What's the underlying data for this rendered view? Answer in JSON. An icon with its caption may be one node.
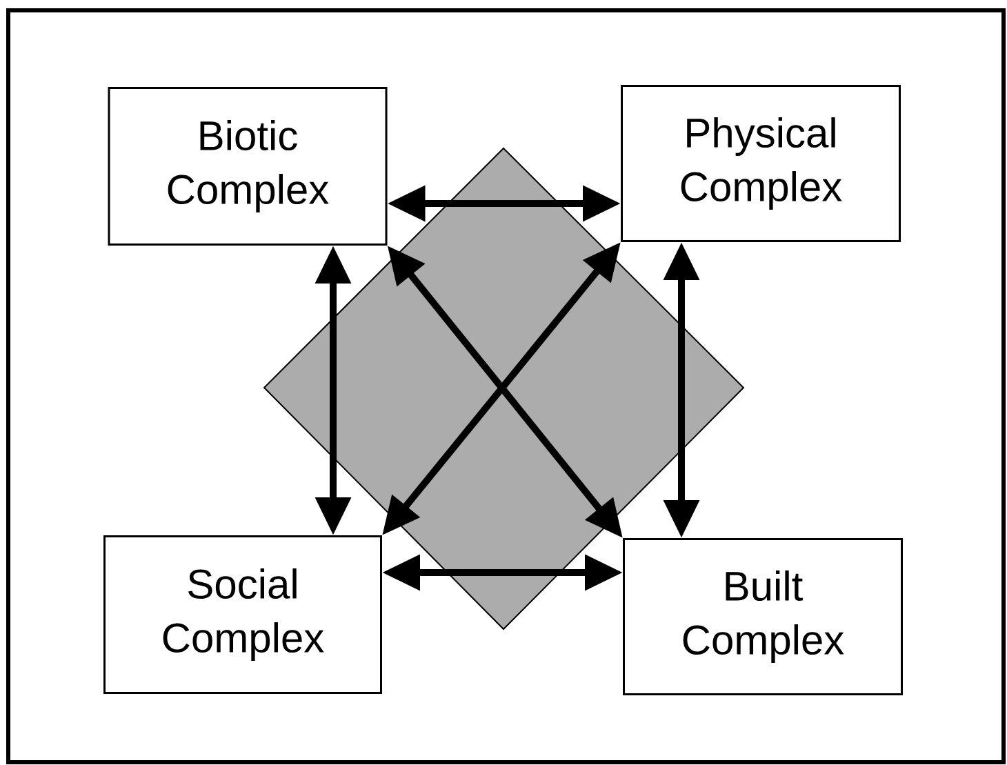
{
  "diagram": {
    "nodes": [
      {
        "text": [
          "Biotic Complex"
        ]
      },
      {
        "text": [
          "Physical Complex"
        ]
      },
      {
        "text": [
          "Social Complex"
        ]
      },
      {
        "text": [
          "Built Complex"
        ]
      }
    ],
    "edges": [
      {
        "from": 0,
        "to": 1,
        "arrow": "both"
      },
      {
        "from": 0,
        "to": 2,
        "arrow": "both"
      },
      {
        "from": 1,
        "to": 3,
        "arrow": "both"
      },
      {
        "from": 2,
        "to": 3,
        "arrow": "both"
      },
      {
        "from": 0,
        "to": 3,
        "arrow": "both"
      },
      {
        "from": 1,
        "to": 2,
        "arrow": "both"
      }
    ]
  }
}
